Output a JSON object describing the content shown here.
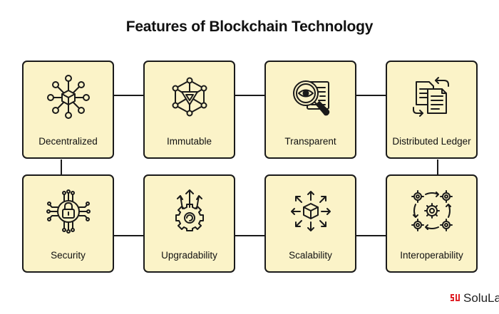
{
  "title": "Features of Blockchain Technology",
  "features": [
    {
      "label": "Decentralized",
      "icon": "network-cube-icon"
    },
    {
      "label": "Immutable",
      "icon": "triangle-network-icon"
    },
    {
      "label": "Transparent",
      "icon": "magnifier-eye-icon"
    },
    {
      "label": "Distributed Ledger",
      "icon": "ledger-documents-icon"
    },
    {
      "label": "Security",
      "icon": "padlock-circuit-icon"
    },
    {
      "label": "Upgradability",
      "icon": "gear-arrows-up-icon"
    },
    {
      "label": "Scalability",
      "icon": "cube-expand-icon"
    },
    {
      "label": "Interoperability",
      "icon": "gears-cycle-icon"
    }
  ],
  "brand": {
    "name": "SoluLab"
  },
  "colors": {
    "card_fill": "#fbf3c8",
    "stroke": "#1a1a1a",
    "brand": "#e0242b"
  }
}
